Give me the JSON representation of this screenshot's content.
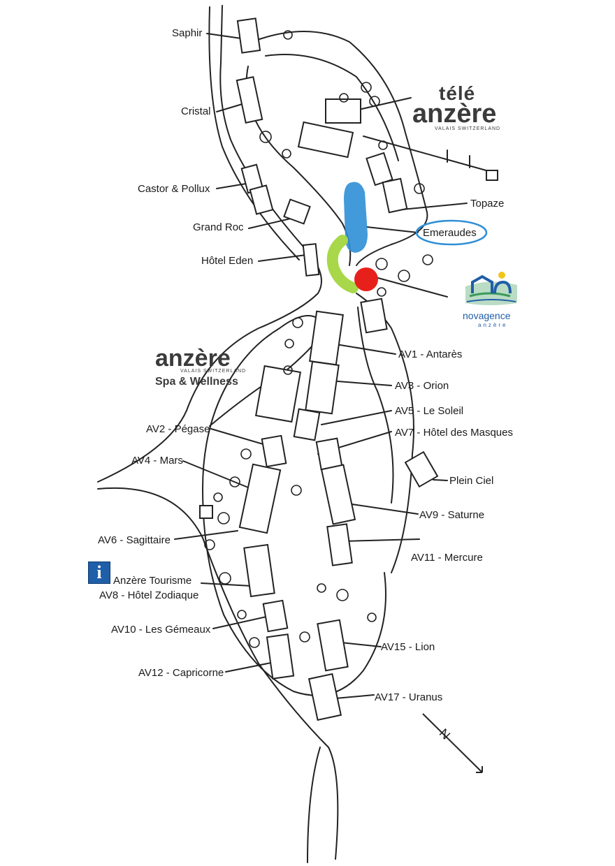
{
  "labels": {
    "saphir": "Saphir",
    "cristal": "Cristal",
    "castor_pollux": "Castor & Pollux",
    "grand_roc": "Grand Roc",
    "hotel_eden": "Hôtel Eden",
    "topaze": "Topaze",
    "emeraudes": "Emeraudes",
    "av1": "AV1 - Antarès",
    "av3": "AV3 - Orion",
    "av5": "AV5 - Le Soleil",
    "av7": "AV7 - Hôtel des Masques",
    "plein_ciel": "Plein Ciel",
    "av9": "AV9 - Saturne",
    "av11": "AV11 - Mercure",
    "av2": "AV2 - Pégase",
    "av4": "AV4 - Mars",
    "av6": "AV6 - Sagittaire",
    "tourisme": "Anzère Tourisme",
    "av8": "AV8 - Hôtel Zodiaque",
    "av10": "AV10 - Les Gémeaux",
    "av12": "AV12 - Capricorne",
    "av15": "AV15 - Lion",
    "av17": "AV17 - Uranus"
  },
  "logos": {
    "tele_top": "télé",
    "tele_main": "anzère",
    "tele_sub": "VALAIS SWITZERLAND",
    "spa_main": "anzère",
    "spa_sub": "VALAIS SWITZERLAND",
    "spa_tag": "Spa & Wellness",
    "nova_main": "novagence",
    "nova_sub": "anzère"
  },
  "icons": {
    "info": "i",
    "north": "N"
  },
  "colors": {
    "line": "#222222",
    "highlight_blue": "#2f8fd6",
    "highlight_green": "#a8d84a",
    "highlight_red": "#e8201c",
    "emeraudes_ring": "#2f8fd6",
    "brand_dark": "#3b3b3b",
    "brand_blue": "#1f5ea8",
    "nova_green": "#3a9a5a",
    "nova_yellow": "#f2c418"
  }
}
